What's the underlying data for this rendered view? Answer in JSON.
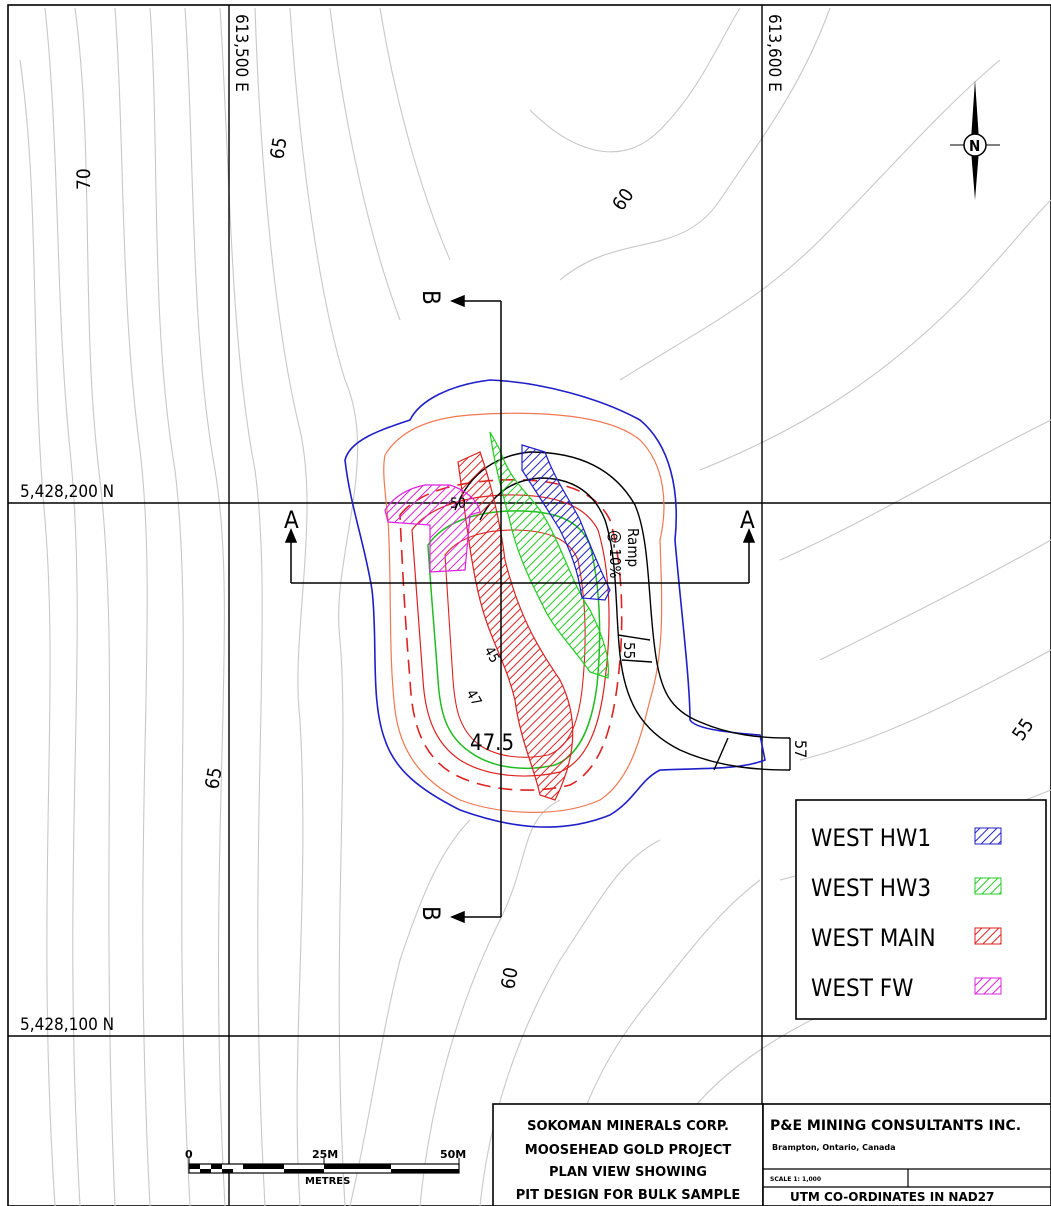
{
  "grid": {
    "eastings": [
      "613,500 E",
      "613,600 E"
    ],
    "northings": [
      "5,428,200 N",
      "5,428,100 N"
    ]
  },
  "contour_labels": [
    "70",
    "65",
    "60",
    "65",
    "60",
    "55"
  ],
  "pit_labels": {
    "ramp": "Ramp",
    "grade": "@-10%",
    "bench_55": "55",
    "bench_57": "57",
    "bench_47_5": "47.5",
    "bench_50": "50",
    "bench_47": "47",
    "bench_45": "45"
  },
  "sections": {
    "a": "A",
    "b": "B"
  },
  "legend": {
    "items": [
      {
        "label": "WEST  HW1",
        "color": "#1f1fc8"
      },
      {
        "label": "WEST  HW3",
        "color": "#22cc22"
      },
      {
        "label": "WEST  MAIN",
        "color": "#dd2222"
      },
      {
        "label": "WEST  FW",
        "color": "#dd22dd"
      }
    ]
  },
  "scale_bar": {
    "tick_0": "0",
    "tick_25": "25M",
    "tick_50": "50M",
    "unit": "METRES"
  },
  "title_block": {
    "company": "SOKOMAN MINERALS CORP.",
    "project": "MOOSEHEAD GOLD PROJECT",
    "line3": "PLAN VIEW SHOWING",
    "line4": "PIT DESIGN FOR BULK SAMPLE",
    "consultant": "P&E MINING CONSULTANTS INC.",
    "location": "Brampton, Ontario, Canada",
    "scale": "SCALE 1: 1,000",
    "coords": "UTM CO-ORDINATES IN   NAD27"
  },
  "north_arrow": {
    "label": "N"
  },
  "colors": {
    "outer_pit": "#1f1fc8",
    "pit_shell": "#f07850",
    "red_bench": "#dd2222",
    "green_bench": "#22bb22",
    "ramp": "#000000",
    "contour": "#c8c8c8"
  }
}
